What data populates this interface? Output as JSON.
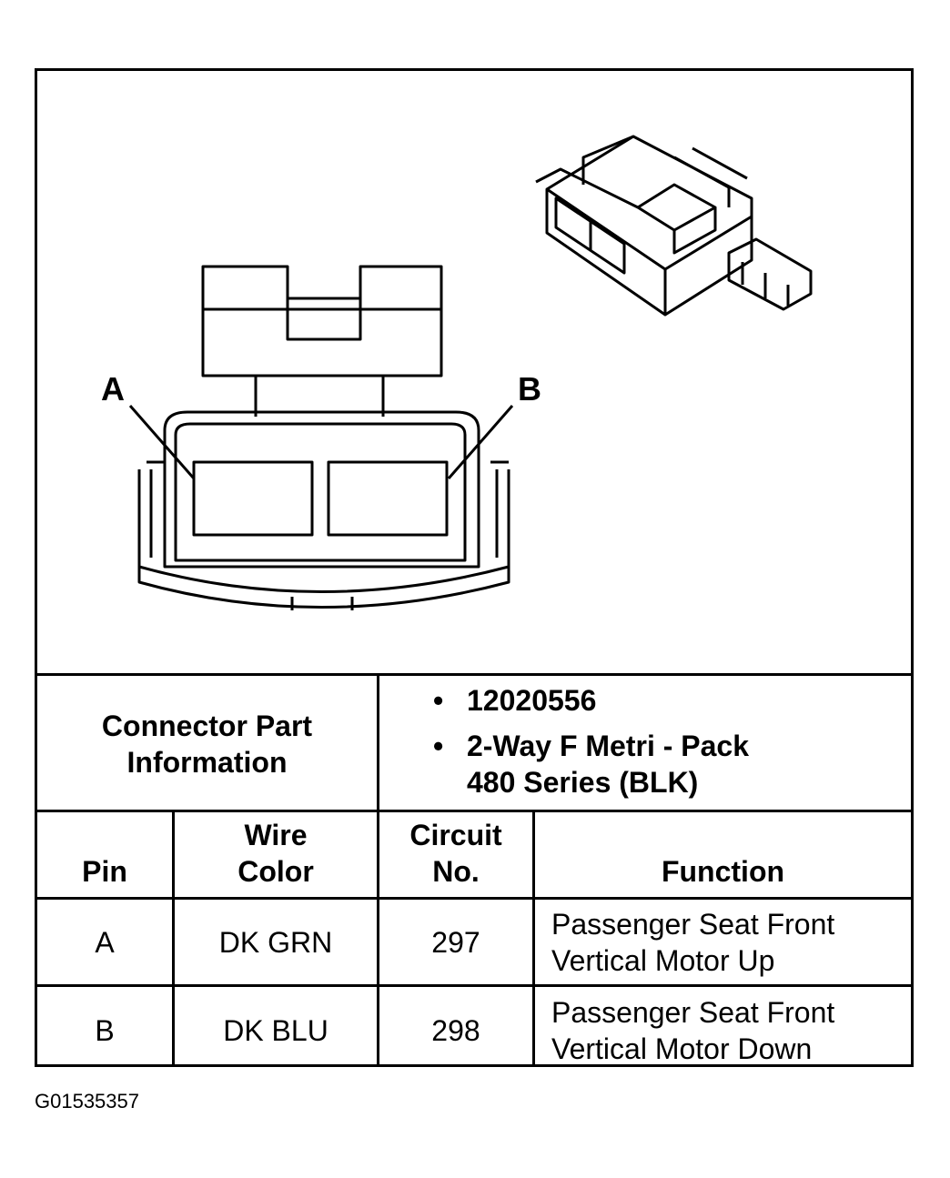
{
  "diagram": {
    "pin_label_a": "A",
    "pin_label_b": "B"
  },
  "part_info": {
    "heading_line1": "Connector Part",
    "heading_line2": "Information",
    "bullet": "•",
    "part_number": "12020556",
    "description_line1": "2-Way F Metri - Pack",
    "description_line2": "480 Series (BLK)"
  },
  "table": {
    "headers": {
      "pin": "Pin",
      "wire_color_line1": "Wire",
      "wire_color_line2": "Color",
      "circuit_line1": "Circuit",
      "circuit_line2": "No.",
      "function": "Function"
    },
    "rows": [
      {
        "pin": "A",
        "wire_color": "DK GRN",
        "circuit": "297",
        "function_line1": "Passenger Seat Front",
        "function_line2": "Vertical Motor Up"
      },
      {
        "pin": "B",
        "wire_color": "DK BLU",
        "circuit": "298",
        "function_line1": "Passenger Seat Front",
        "function_line2": "Vertical Motor Down"
      }
    ]
  },
  "figure_id": "G01535357"
}
